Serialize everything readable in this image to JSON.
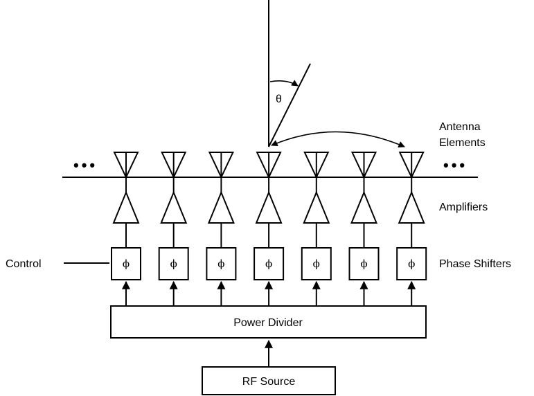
{
  "labels": {
    "angle": "θ",
    "antenna_line1": "Antenna",
    "antenna_line2": "Elements",
    "amplifiers": "Amplifiers",
    "phase_shifters": "Phase Shifters",
    "control": "Control",
    "power_divider": "Power Divider",
    "rf_source": "RF Source",
    "ellipsis_left": "•••",
    "ellipsis_right": "•••",
    "phase_symbol": "ϕ"
  },
  "channel_count": 7
}
